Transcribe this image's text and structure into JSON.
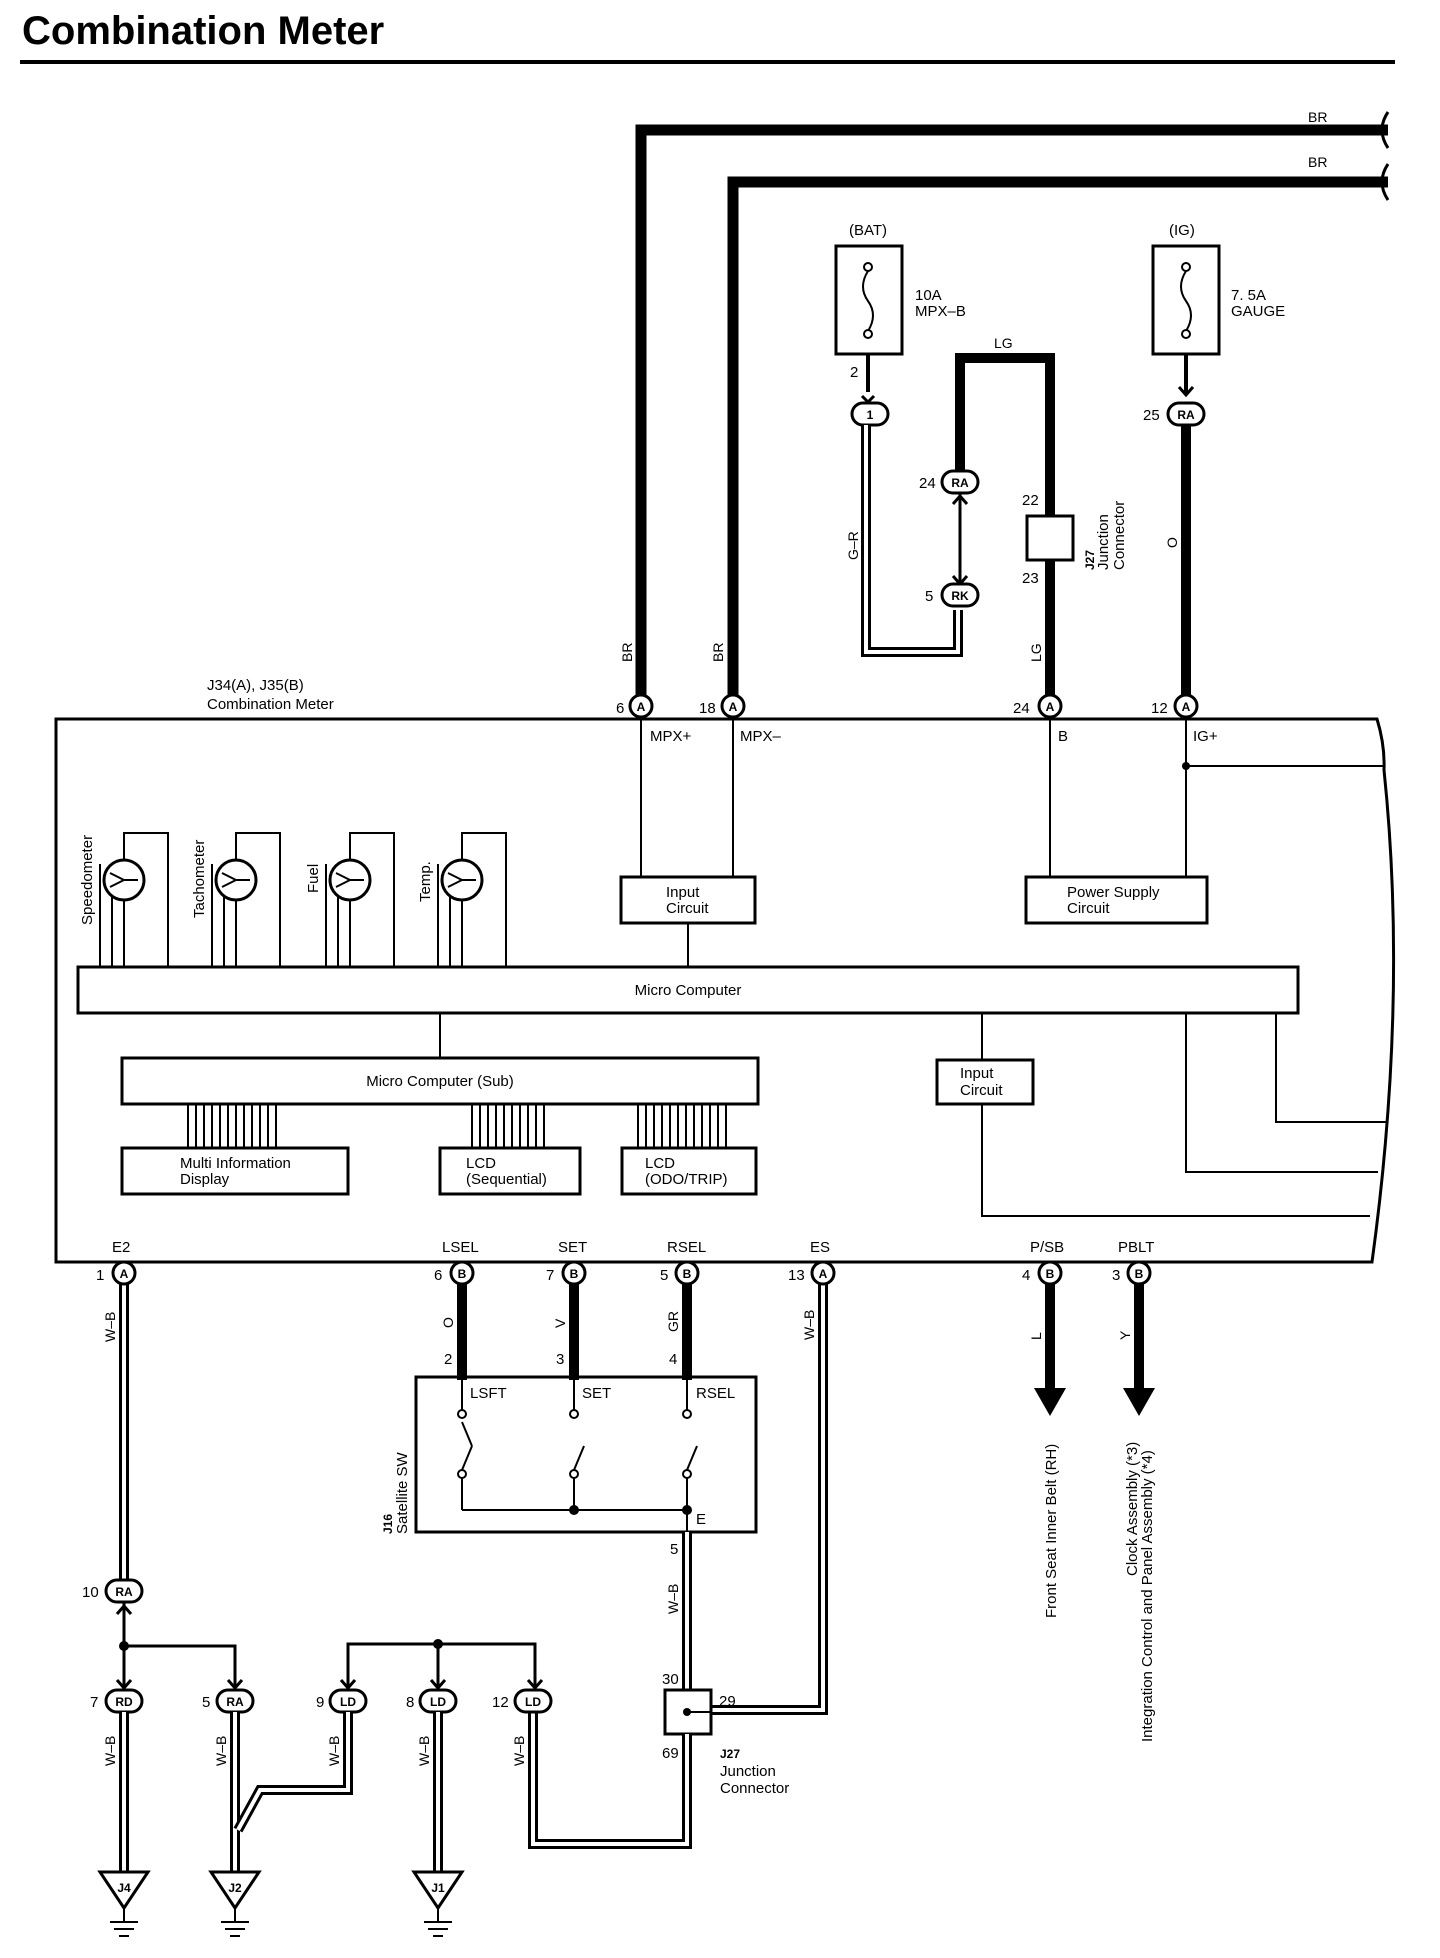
{
  "page": {
    "title": "Combination Meter"
  },
  "meter": {
    "name": "J34(A), J35(B)",
    "desc": "Combination Meter",
    "terminals": {
      "mpx_plus": "MPX+",
      "mpx_minus": "MPX–",
      "b": "B",
      "ig_plus": "IG+",
      "e2": "E2",
      "lsel": "LSEL",
      "set": "SET",
      "rsel": "RSEL",
      "es": "ES",
      "psb": "P/SB",
      "pblt": "PBLT"
    },
    "gauges": [
      "Speedometer",
      "Tachometer",
      "Fuel",
      "Temp."
    ],
    "blocks": {
      "input_circuit_top": [
        "Input",
        "Circuit"
      ],
      "power_supply": [
        "Power Supply",
        "Circuit"
      ],
      "micro_computer": "Micro Computer",
      "micro_computer_sub": "Micro Computer (Sub)",
      "input_circuit_right": [
        "Input",
        "Circuit"
      ],
      "mid": [
        "Multi Information",
        "Display"
      ],
      "lcd_seq": [
        "LCD",
        "(Sequential)"
      ],
      "lcd_odo": [
        "LCD",
        "(ODO/TRIP)"
      ]
    }
  },
  "fuses": [
    {
      "source": "(BAT)",
      "rating": "10A",
      "name": "MPX–B"
    },
    {
      "source": "(IG)",
      "rating": "7. 5A",
      "name": "GAUGE"
    }
  ],
  "wires": {
    "br": "BR",
    "lg": "LG",
    "gr": "G–R",
    "o": "O",
    "wb": "W–B",
    "v": "V",
    "grn": "GR",
    "l": "L",
    "y": "Y"
  },
  "connectors": {
    "a": "A",
    "b": "B",
    "ra": "RA",
    "rk": "RK",
    "rd": "RD",
    "ld": "LD",
    "one": "1"
  },
  "pins": {
    "p6": "6",
    "p18": "18",
    "p24": "24",
    "p12": "12",
    "p2": "2",
    "p25": "25",
    "p5": "5",
    "p22": "22",
    "p23": "23",
    "p1": "1",
    "p7": "7",
    "p13": "13",
    "p4": "4",
    "p3": "3",
    "p10": "10",
    "p9": "9",
    "p8": "8",
    "p30": "30",
    "p29": "29",
    "p69": "69"
  },
  "junction_top": {
    "id": "J27",
    "lines": [
      "Junction",
      "Connector"
    ]
  },
  "junction_bottom": {
    "id": "J27",
    "lines": [
      "Junction",
      "Connector"
    ]
  },
  "satellite": {
    "id": "J16",
    "name": "Satellite SW",
    "labels": {
      "lsft": "LSFT",
      "set": "SET",
      "rsel": "RSEL",
      "e": "E"
    }
  },
  "outputs": {
    "front_seat": "Front Seat Inner Belt (RH)",
    "clock": "Clock Assembly (*3)",
    "integration": "Integration Control and Panel Assembly (*4)"
  },
  "grounds": [
    "J4",
    "J2",
    "J1"
  ]
}
